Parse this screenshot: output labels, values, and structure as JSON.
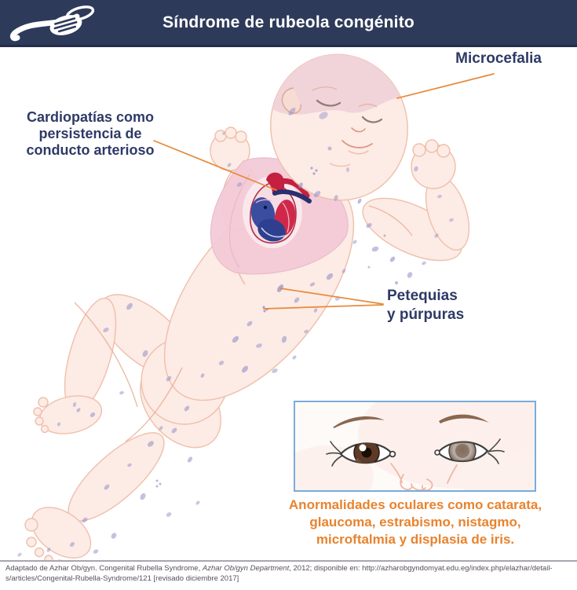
{
  "header": {
    "title": "Síndrome de rubeola congénito",
    "logo": "medical-swoosh-logo"
  },
  "annotations": {
    "microcephaly": {
      "label": "Microcefalia"
    },
    "cardiopathy": {
      "line1": "Cardiopatías como",
      "line2": "persistencia de",
      "line3": "conducto arterioso"
    },
    "petechiae": {
      "line1": "Petequias",
      "line2": "y púrpuras"
    }
  },
  "eye_inset": {
    "caption_line1": "Anormalidades oculares como catarata,",
    "caption_line2": "glaucoma, estrabismo, nistagmo,",
    "caption_line3": "microftalmia y displasia de iris."
  },
  "footer": {
    "citation_pre": "Adaptado de Azhar Ob/gyn. Congenital Rubella Syndrome, ",
    "citation_italic": "Azhar Ob/gyn Department",
    "citation_post": ", 2012; disponible en: http://azharobgyndomyat.edu.eg/index.php/elazhar/detail-",
    "citation_line2": "s/articles/Congenital-Rubella-Syndrome/121 [revisado diciembre 2017]"
  },
  "colors": {
    "header_bg": "#2e3a5a",
    "leader_orange": "#e78a3c",
    "caption_orange": "#e8832e",
    "label_navy": "#2e3a66",
    "inset_border_blue": "#79acdb",
    "skin": "#fdebe5",
    "petechiae_purple": "#8f8fc7",
    "heart_red": "#c5203f",
    "heart_blue": "#2e3f8f"
  }
}
